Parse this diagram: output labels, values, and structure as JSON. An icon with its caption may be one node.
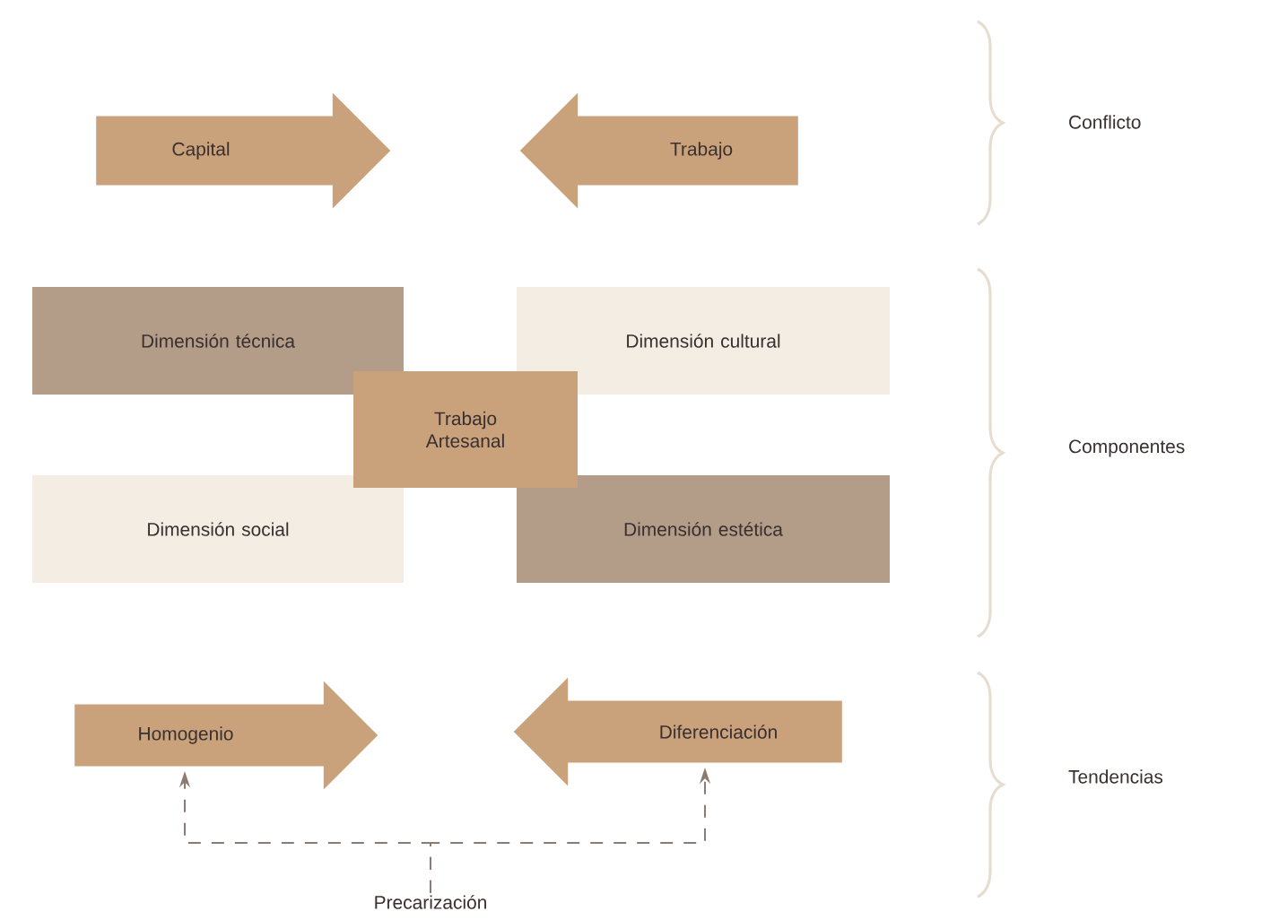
{
  "diagram": {
    "nodes": [
      {
        "text": [
          "Capital"
        ]
      },
      {
        "text": [
          "Trabajo"
        ]
      },
      {
        "text": [
          "Dimensión técnica"
        ]
      },
      {
        "text": [
          "Dimensión cultural"
        ]
      },
      {
        "text": [
          "Trabajo Artesanal"
        ]
      },
      {
        "text": [
          "Dimensión social"
        ]
      },
      {
        "text": [
          "Dimensión estética"
        ]
      },
      {
        "text": [
          "Homogenio"
        ]
      },
      {
        "text": [
          "Diferenciación"
        ]
      },
      {
        "text": [
          "Precarización"
        ]
      }
    ],
    "edges": [
      {
        "from": 9,
        "to": 7,
        "arrow": "to",
        "style": "dashed"
      },
      {
        "from": 9,
        "to": 8,
        "arrow": "to",
        "style": "dashed"
      }
    ],
    "labels": [
      "Conflicto",
      "Componentes",
      "Tendencias"
    ]
  }
}
